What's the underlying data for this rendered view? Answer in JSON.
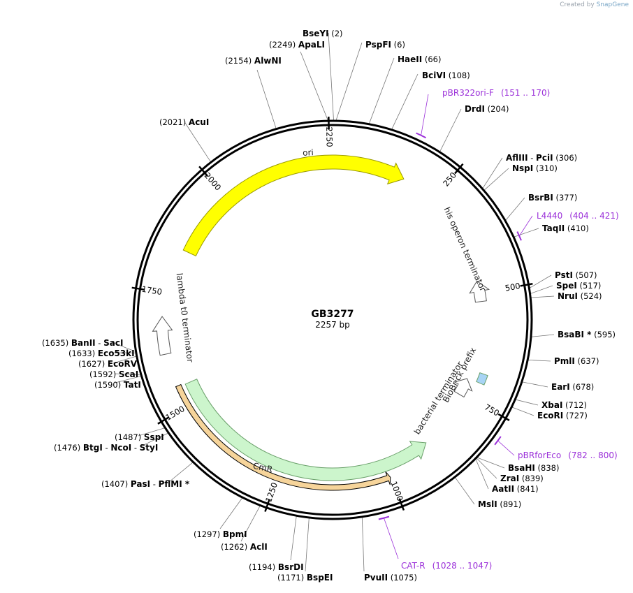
{
  "brand": {
    "prefix": "Created by",
    "name": "SnapGene"
  },
  "plasmid": {
    "name": "GB3277",
    "size_label": "2257 bp",
    "length": 2257
  },
  "ticks": [
    {
      "pos": 250,
      "label": "250"
    },
    {
      "pos": 500,
      "label": "500"
    },
    {
      "pos": 750,
      "label": "750"
    },
    {
      "pos": 1000,
      "label": "1000"
    },
    {
      "pos": 1250,
      "label": "1250"
    },
    {
      "pos": 1500,
      "label": "1500"
    },
    {
      "pos": 1750,
      "label": "1750"
    },
    {
      "pos": 2000,
      "label": "2000"
    },
    {
      "pos": 2250,
      "label": "2250"
    }
  ],
  "sites": [
    {
      "pos": 2,
      "parts": [
        "BseYI"
      ],
      "pos_label": "(2)"
    },
    {
      "pos": 6,
      "parts": [
        "PspFI"
      ],
      "pos_label": "(6)"
    },
    {
      "pos": 66,
      "parts": [
        "HaeII"
      ],
      "pos_label": "(66)"
    },
    {
      "pos": 108,
      "parts": [
        "BciVI"
      ],
      "pos_label": "(108)"
    },
    {
      "pos": 204,
      "parts": [
        "DrdI"
      ],
      "pos_label": "(204)"
    },
    {
      "pos": 306,
      "parts": [
        "AflIII",
        "PciI"
      ],
      "pos_label": "(306)"
    },
    {
      "pos": 310,
      "parts": [
        "NspI"
      ],
      "pos_label": "(310)"
    },
    {
      "pos": 377,
      "parts": [
        "BsrBI"
      ],
      "pos_label": "(377)"
    },
    {
      "pos": 410,
      "parts": [
        "TaqII"
      ],
      "pos_label": "(410)"
    },
    {
      "pos": 507,
      "parts": [
        "PstI"
      ],
      "pos_label": "(507)"
    },
    {
      "pos": 517,
      "parts": [
        "SpeI"
      ],
      "pos_label": "(517)"
    },
    {
      "pos": 524,
      "parts": [
        "NruI"
      ],
      "pos_label": "(524)"
    },
    {
      "pos": 595,
      "parts": [
        "BsaBI *"
      ],
      "pos_label": "(595)"
    },
    {
      "pos": 637,
      "parts": [
        "PmlI"
      ],
      "pos_label": "(637)"
    },
    {
      "pos": 678,
      "parts": [
        "EarI"
      ],
      "pos_label": "(678)"
    },
    {
      "pos": 712,
      "parts": [
        "XbaI"
      ],
      "pos_label": "(712)"
    },
    {
      "pos": 727,
      "parts": [
        "EcoRI"
      ],
      "pos_label": "(727)"
    },
    {
      "pos": 838,
      "parts": [
        "BsaHI"
      ],
      "pos_label": "(838)"
    },
    {
      "pos": 839,
      "parts": [
        "ZraI"
      ],
      "pos_label": "(839)"
    },
    {
      "pos": 841,
      "parts": [
        "AatII"
      ],
      "pos_label": "(841)"
    },
    {
      "pos": 891,
      "parts": [
        "MslI"
      ],
      "pos_label": "(891)"
    },
    {
      "pos": 1075,
      "parts": [
        "PvuII"
      ],
      "pos_label": "(1075)"
    },
    {
      "pos": 1171,
      "parts": [
        "BspEI"
      ],
      "pos_label": "(1171)"
    },
    {
      "pos": 1194,
      "parts": [
        "BsrDI"
      ],
      "pos_label": "(1194)"
    },
    {
      "pos": 1262,
      "parts": [
        "AclI"
      ],
      "pos_label": "(1262)"
    },
    {
      "pos": 1297,
      "parts": [
        "BpmI"
      ],
      "pos_label": "(1297)"
    },
    {
      "pos": 1407,
      "parts": [
        "PasI",
        "PflMI *"
      ],
      "pos_label": "(1407)"
    },
    {
      "pos": 1476,
      "parts": [
        "BtgI",
        "NcoI",
        "StyI"
      ],
      "pos_label": "(1476)"
    },
    {
      "pos": 1487,
      "parts": [
        "SspI"
      ],
      "pos_label": "(1487)"
    },
    {
      "pos": 1590,
      "parts": [
        "TatI"
      ],
      "pos_label": "(1590)"
    },
    {
      "pos": 1592,
      "parts": [
        "ScaI"
      ],
      "pos_label": "(1592)"
    },
    {
      "pos": 1627,
      "parts": [
        "EcoRV"
      ],
      "pos_label": "(1627)"
    },
    {
      "pos": 1633,
      "parts": [
        "Eco53kI"
      ],
      "pos_label": "(1633)"
    },
    {
      "pos": 1635,
      "parts": [
        "BanII",
        "SacI"
      ],
      "pos_label": "(1635)"
    },
    {
      "pos": 2021,
      "parts": [
        "AcuI"
      ],
      "pos_label": "(2021)"
    },
    {
      "pos": 2154,
      "parts": [
        "AlwNI"
      ],
      "pos_label": "(2154)"
    },
    {
      "pos": 2249,
      "parts": [
        "ApaLI"
      ],
      "pos_label": "(2249)"
    }
  ],
  "primers": [
    {
      "name": "pBR322ori-F",
      "range": "(151 .. 170)",
      "start": 151,
      "end": 170
    },
    {
      "name": "L4440",
      "range": "(404 .. 421)",
      "start": 404,
      "end": 421
    },
    {
      "name": "pBRforEco",
      "range": "(782 .. 800)",
      "start": 782,
      "end": 800
    },
    {
      "name": "CAT-R",
      "range": "(1028 .. 1047)",
      "start": 1028,
      "end": 1047
    }
  ],
  "features": [
    {
      "name": "ori",
      "start": 1850,
      "end": 2425,
      "strand": "forward",
      "color": "#ffff00",
      "label_inside": true
    },
    {
      "name": "his operon terminator",
      "start": 470,
      "end": 520,
      "strand": "reverse",
      "color": "#ffffff"
    },
    {
      "name": "BioBrick prefix",
      "start": 688,
      "end": 710,
      "strand": "none",
      "color": "#a8d4f5"
    },
    {
      "name": "bacterial terminator",
      "start": 712,
      "end": 755,
      "strand": "reverse",
      "color": "#ffffff"
    },
    {
      "name": "CmR",
      "start": 895,
      "end": 1545,
      "strand": "reverse",
      "color": "#ccf5cc",
      "label_inside": true
    },
    {
      "name": "lambda t0 terminator",
      "start": 1620,
      "end": 1700,
      "strand": "forward",
      "color": "#ffffff"
    }
  ],
  "orf": {
    "start": 1002,
    "end": 1548
  }
}
